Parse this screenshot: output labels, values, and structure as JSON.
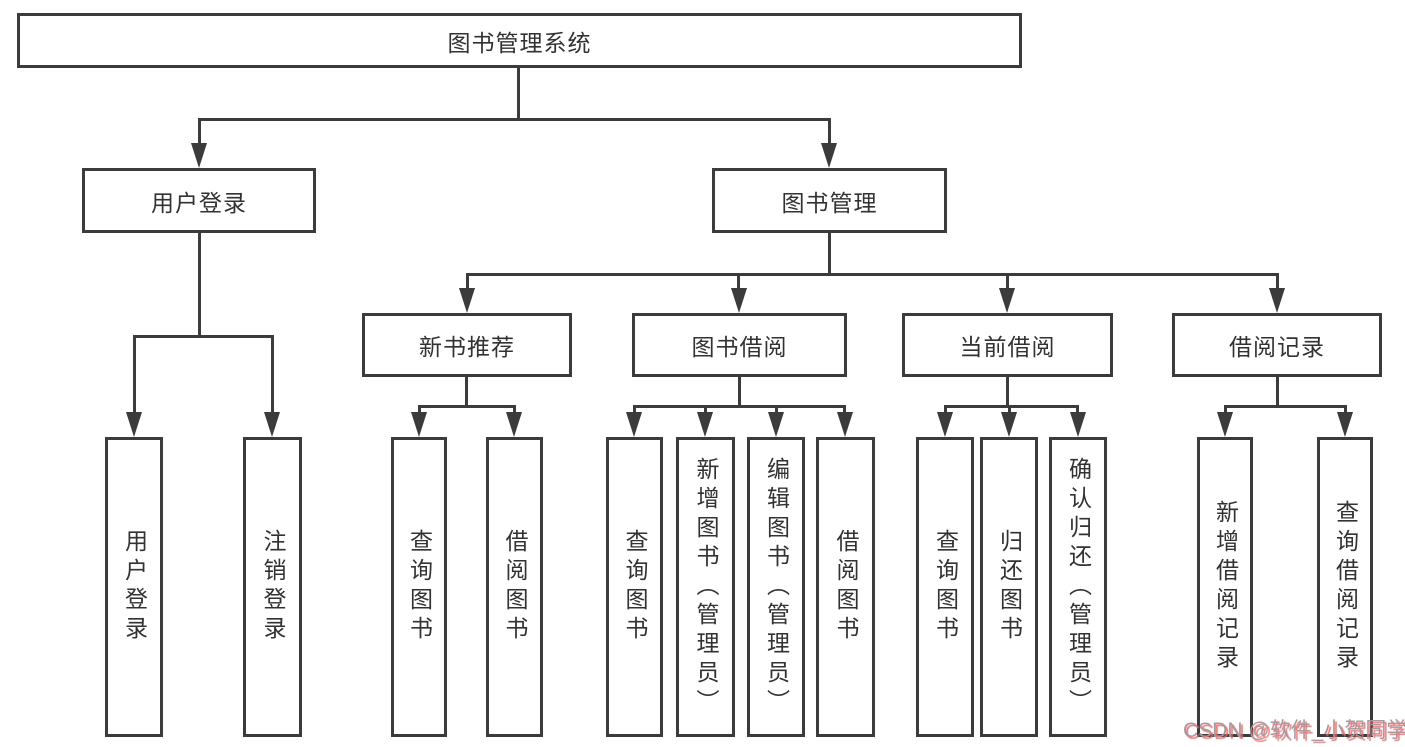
{
  "diagram": {
    "root": {
      "label": "图书管理系统"
    },
    "level1": [
      {
        "label": "用户登录"
      },
      {
        "label": "图书管理"
      }
    ],
    "level2": [
      {
        "label": "新书推荐",
        "parent": "图书管理"
      },
      {
        "label": "图书借阅",
        "parent": "图书管理"
      },
      {
        "label": "当前借阅",
        "parent": "图书管理"
      },
      {
        "label": "借阅记录",
        "parent": "图书管理"
      }
    ],
    "leaves": [
      {
        "label": "用户登录",
        "parent": "用户登录"
      },
      {
        "label": "注销登录",
        "parent": "用户登录"
      },
      {
        "label": "查询图书",
        "parent": "新书推荐"
      },
      {
        "label": "借阅图书",
        "parent": "新书推荐"
      },
      {
        "label": "查询图书",
        "parent": "图书借阅"
      },
      {
        "label": "新增图书（管理员）",
        "parent": "图书借阅"
      },
      {
        "label": "编辑图书（管理员）",
        "parent": "图书借阅"
      },
      {
        "label": "借阅图书",
        "parent": "图书借阅"
      },
      {
        "label": "查询图书",
        "parent": "当前借阅"
      },
      {
        "label": "归还图书",
        "parent": "当前借阅"
      },
      {
        "label": "确认归还（管理员）",
        "parent": "当前借阅"
      },
      {
        "label": "新增借阅记录",
        "parent": "借阅记录"
      },
      {
        "label": "查询借阅记录",
        "parent": "借阅记录"
      }
    ]
  },
  "watermark": {
    "text": "CSDN @软件_小贺同学",
    "color": "#9d9da4",
    "shadow_color": "#fb5e5e"
  },
  "colors": {
    "line": "#3b3b3b",
    "box_border": "#3b3b3b",
    "text": "#323232",
    "background": "#ffffff"
  }
}
